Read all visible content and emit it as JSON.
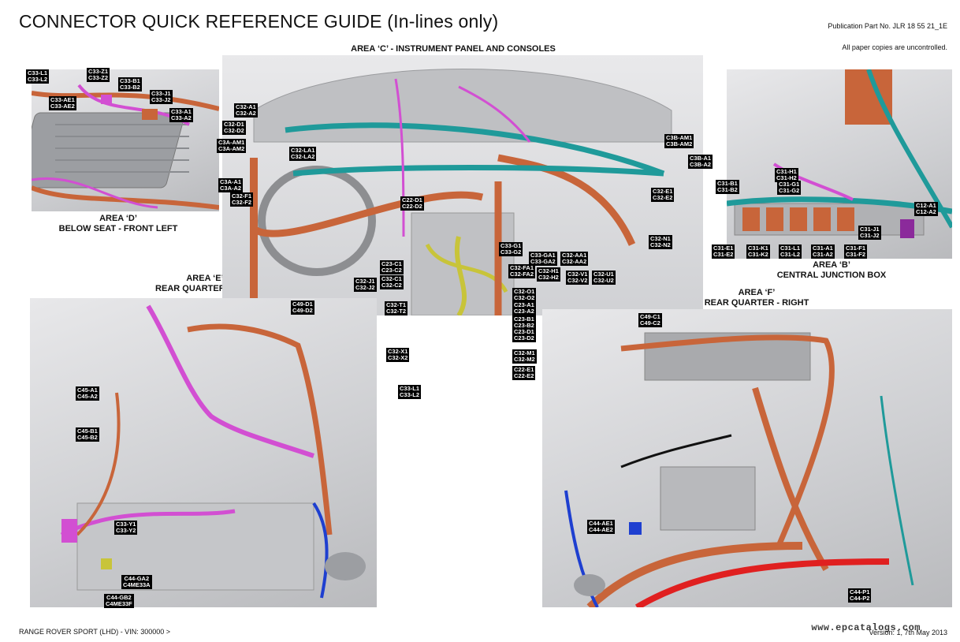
{
  "header": {
    "title": "CONNECTOR QUICK REFERENCE GUIDE  (In-lines only)",
    "publication": "Publication Part No. JLR 18 55 21_1E",
    "copies_note": "All paper copies are uncontrolled."
  },
  "areas": {
    "c": {
      "line1": "AREA ‘C’ - INSTRUMENT PANEL AND CONSOLES"
    },
    "d": {
      "line1": "AREA ‘D’",
      "line2": "BELOW SEAT - FRONT LEFT"
    },
    "b": {
      "line1": "AREA ‘B’",
      "line2": "CENTRAL JUNCTION BOX"
    },
    "e": {
      "line1": "AREA ‘E’",
      "line2": "REAR QUARTER - LEFT"
    },
    "f": {
      "line1": "AREA ‘F’",
      "line2": "REAR QUARTER - RIGHT"
    }
  },
  "connectors": {
    "d": [
      {
        "a": "C33-L1",
        "b": "C33-L2"
      },
      {
        "a": "C33-Z1",
        "b": "C33-Z2"
      },
      {
        "a": "C33-B1",
        "b": "C33-B2"
      },
      {
        "a": "C33-AE1",
        "b": "C33-AE2"
      },
      {
        "a": "C33-J1",
        "b": "C33-J2"
      },
      {
        "a": "C33-A1",
        "b": "C33-A2"
      }
    ],
    "c": [
      {
        "a": "C32-A1",
        "b": "C32-A2"
      },
      {
        "a": "C32-D1",
        "b": "C32-D2"
      },
      {
        "a": "C3A-AM1",
        "b": "C3A-AM2"
      },
      {
        "a": "C32-LA1",
        "b": "C32-LA2"
      },
      {
        "a": "C3A-A1",
        "b": "C3A-A2"
      },
      {
        "a": "C32-F1",
        "b": "C32-F2"
      },
      {
        "a": "C22-D1",
        "b": "C22-D2"
      },
      {
        "a": "C3B-AM1",
        "b": "C3B-AM2"
      },
      {
        "a": "C3B-A1",
        "b": "C3B-A2"
      },
      {
        "a": "C32-E1",
        "b": "C32-E2"
      },
      {
        "a": "C32-N1",
        "b": "C32-N2"
      },
      {
        "a": "C33-G1",
        "b": "C33-G2"
      },
      {
        "a": "C33-GA1",
        "b": "C33-GA2"
      },
      {
        "a": "C32-AA1",
        "b": "C32-AA2"
      },
      {
        "a": "C32-FA1",
        "b": "C32-FA2"
      },
      {
        "a": "C32-H1",
        "b": "C32-H2"
      },
      {
        "a": "C32-V1",
        "b": "C32-V2"
      },
      {
        "a": "C32-U1",
        "b": "C32-U2"
      },
      {
        "a": "C23-C1",
        "b": "C23-C2"
      },
      {
        "a": "C32-J1",
        "b": "C32-J2"
      },
      {
        "a": "C32-C1",
        "b": "C32-C2"
      },
      {
        "a": "C32-O1",
        "b": "C32-O2"
      },
      {
        "a": "C23-A1",
        "b": "C23-A2"
      },
      {
        "a": "C32-T1",
        "b": "C32-T2"
      },
      {
        "a": "C23-B1",
        "b": "C23-B2"
      },
      {
        "a": "C23-D1",
        "b": "C23-D2"
      },
      {
        "a": "C32-X1",
        "b": "C32-X2"
      },
      {
        "a": "C32-M1",
        "b": "C32-M2"
      },
      {
        "a": "C22-E1",
        "b": "C22-E2"
      },
      {
        "a": "C33-L1",
        "b": "C33-L2"
      }
    ],
    "b": [
      {
        "a": "C31-H1",
        "b": "C31-H2"
      },
      {
        "a": "C31-G1",
        "b": "C31-G2"
      },
      {
        "a": "C31-B1",
        "b": "C31-B2"
      },
      {
        "a": "C12-A1",
        "b": "C12-A2"
      },
      {
        "a": "C31-J1",
        "b": "C31-J2"
      },
      {
        "a": "C31-E1",
        "b": "C31-E2"
      },
      {
        "a": "C31-K1",
        "b": "C31-K2"
      },
      {
        "a": "C31-L1",
        "b": "C31-L2"
      },
      {
        "a": "C31-A1",
        "b": "C31-A2"
      },
      {
        "a": "C31-F1",
        "b": "C31-F2"
      }
    ],
    "e": [
      {
        "a": "C49-D1",
        "b": "C49-D2"
      },
      {
        "a": "C45-A1",
        "b": "C45-A2"
      },
      {
        "a": "C45-B1",
        "b": "C45-B2"
      },
      {
        "a": "C33-Y1",
        "b": "C33-Y2"
      },
      {
        "a": "C44-GA2",
        "b": "C4ME33A"
      },
      {
        "a": "C44-GB2",
        "b": "C4ME33F"
      }
    ],
    "f": [
      {
        "a": "C49-C1",
        "b": "C49-C2"
      },
      {
        "a": "C44-AE1",
        "b": "C44-AE2"
      },
      {
        "a": "C44-P1",
        "b": "C44-P2"
      }
    ]
  },
  "footer": {
    "vehicle": "RANGE ROVER SPORT (LHD) - VIN: 300000 >",
    "watermark": "www.epcatalogs.com",
    "version": "Version: 1, 7th May 2013"
  },
  "colors": {
    "harness_copper": "#c8653a",
    "harness_teal": "#1f9a9a",
    "harness_magenta": "#d24fd2",
    "harness_yellow": "#c8c43a",
    "harness_blue": "#1e3fd0",
    "harness_red": "#e02020",
    "label_bg": "#000000"
  }
}
